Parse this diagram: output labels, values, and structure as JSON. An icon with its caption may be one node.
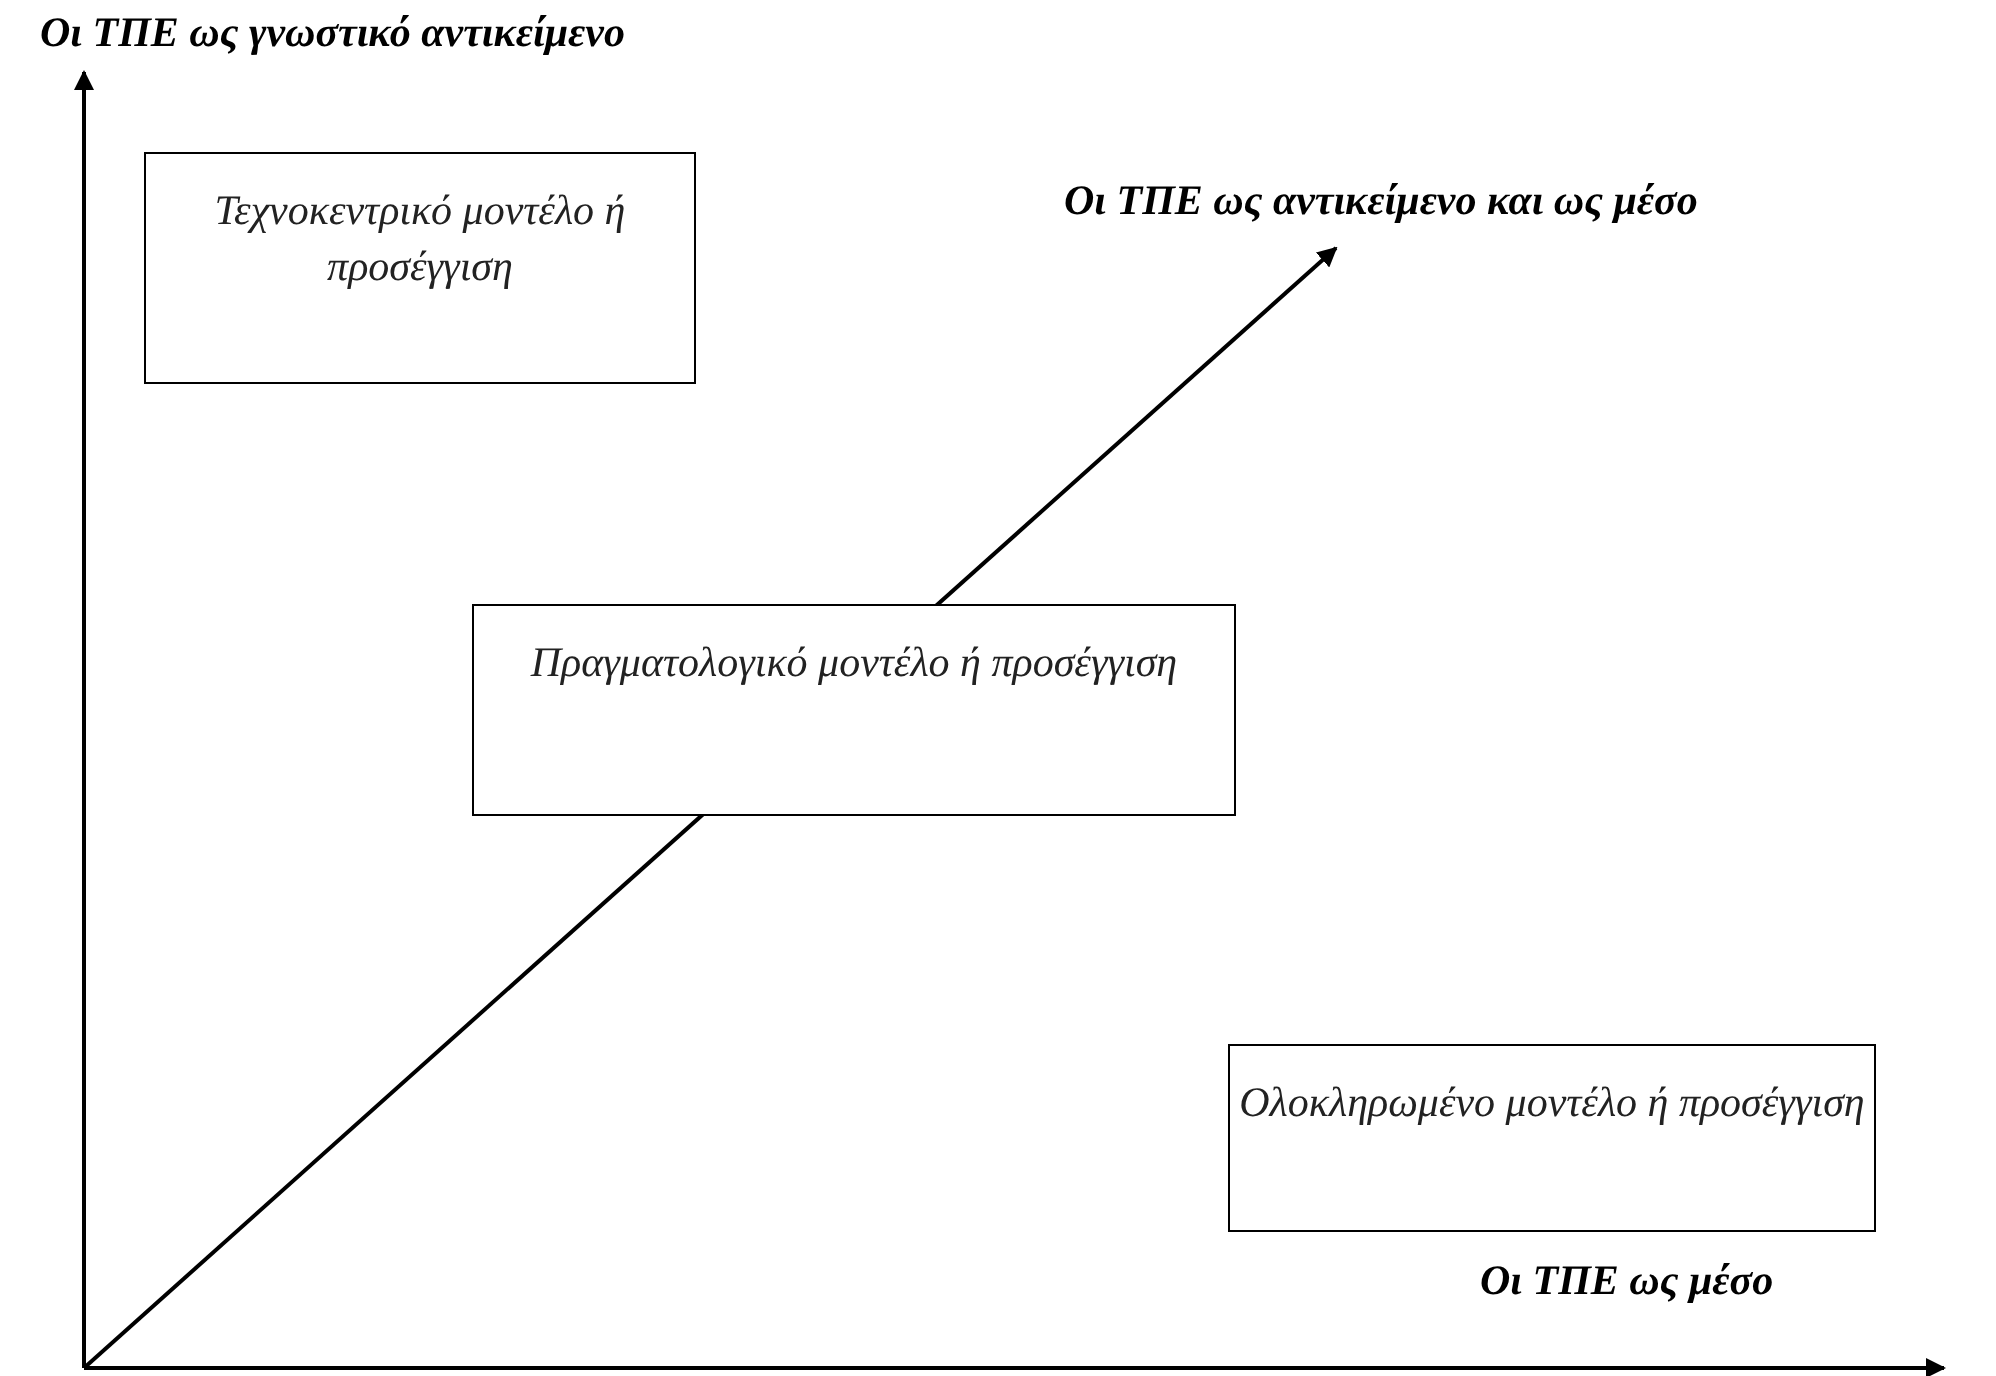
{
  "diagram": {
    "nodes": [
      {
        "text": [
          "Τεχνοκεντρικό μοντέλο ή προσέγγιση"
        ]
      },
      {
        "text": [
          "Πραγματολογικό μοντέλο ή προσέγγιση"
        ]
      },
      {
        "text": [
          "Ολοκληρωμένο μοντέλο ή προσέγγιση"
        ]
      }
    ],
    "labels": [
      "Οι ΤΠΕ ως γνωστικό αντικείμενο",
      "Οι ΤΠΕ ως αντικείμενο και ως μέσο",
      "Οι ΤΠΕ ως μέσο"
    ]
  }
}
